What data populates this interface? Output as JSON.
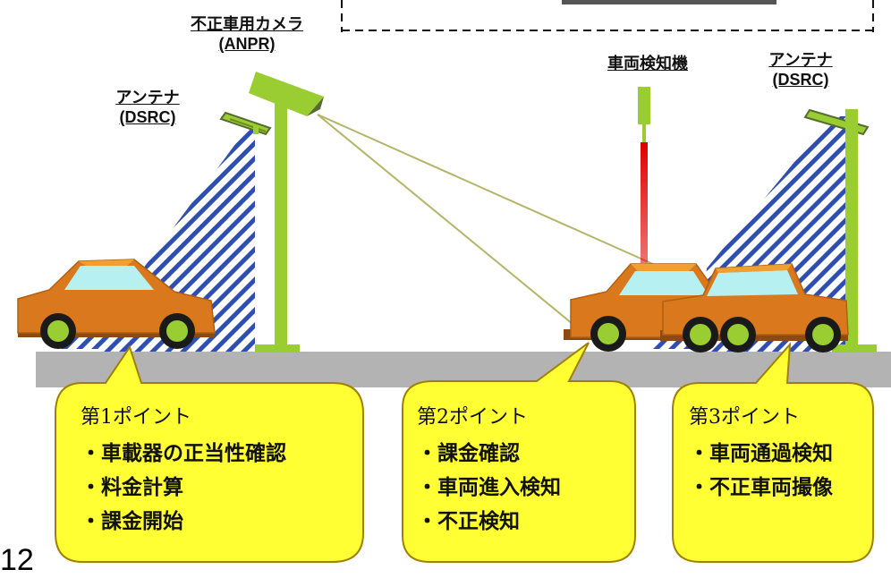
{
  "labels": {
    "anpr_camera_line1": "不正車用カメラ",
    "anpr_camera_line2": "(ANPR)",
    "vehicle_detector": "車両検知機",
    "antenna_left_line1": "アンテナ",
    "antenna_left_line2": "(DSRC)",
    "antenna_right_line1": "アンテナ",
    "antenna_right_line2": "(DSRC)"
  },
  "points": [
    {
      "title": "第1ポイント",
      "items": [
        "・車載器の正当性確認",
        "・料金計算",
        "・課金開始"
      ]
    },
    {
      "title": "第2ポイント",
      "items": [
        "・課金確認",
        "・車両進入検知",
        "・不正検知"
      ]
    },
    {
      "title": "第3ポイント",
      "items": [
        "・車両通過検知",
        "・不正車両撮像"
      ]
    }
  ],
  "page_number": "12",
  "colors": {
    "pole": "#9acd32",
    "road": "#b3b3b3",
    "car_body": "#d9781c",
    "car_window": "#b6f0f0",
    "car_roof": "#f0a030",
    "wheel_tire": "#1a1a1a",
    "wheel_hub": "#9acd32",
    "bubble_fill": "#ffff33",
    "bubble_stroke": "#a08000",
    "hatch": "#2f4fb0",
    "laser": "#e00000",
    "camera_line": "#b5b56a"
  }
}
